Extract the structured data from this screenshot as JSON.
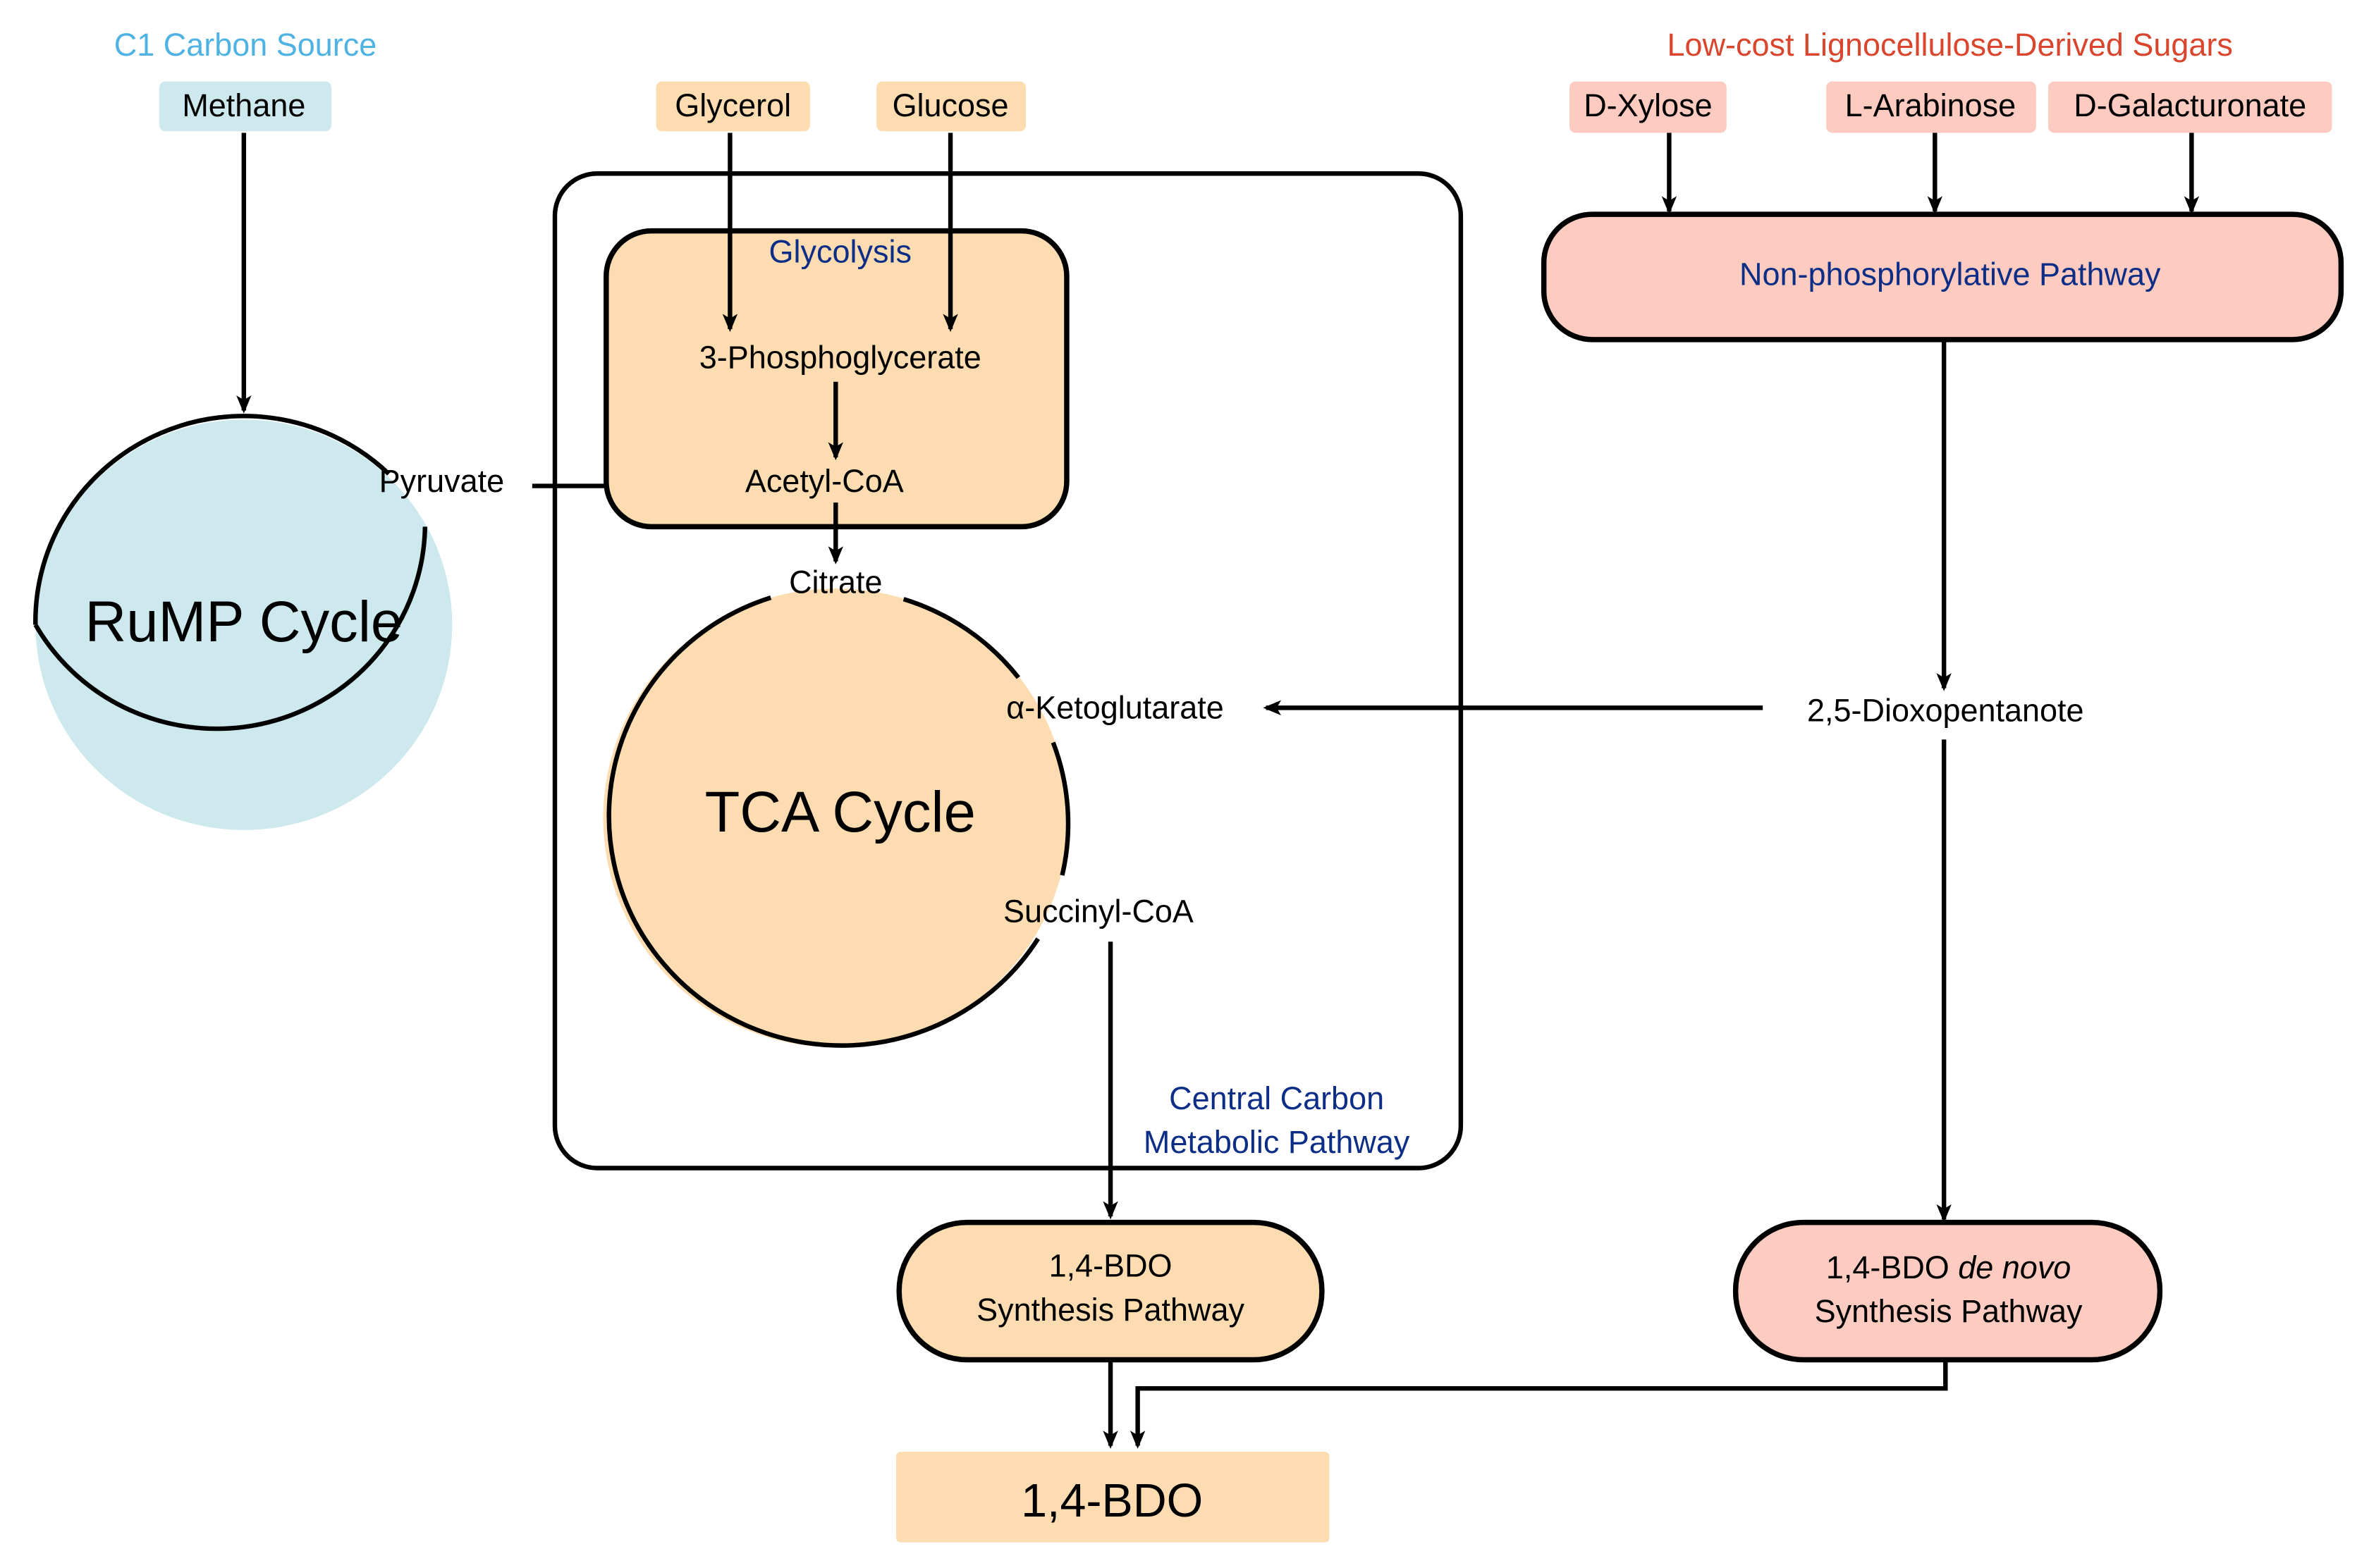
{
  "colors": {
    "c1_blue": "#4eb3e3",
    "c1_fill": "#cde9ee",
    "orange_fill": "#fcdcb0",
    "pink_fill": "#fdcbbf",
    "red_title": "#d9452d",
    "navy_text": "#0c2e86",
    "line": "#000000"
  },
  "sources": {
    "c1": {
      "title": "C1 Carbon Source",
      "items": [
        "Methane"
      ]
    },
    "central": {
      "items": [
        "Glycerol",
        "Glucose"
      ]
    },
    "ligno": {
      "title": "Low-cost Lignocellulose-Derived Sugars",
      "items": [
        "D-Xylose",
        "L-Arabinose",
        "D-Galacturonate"
      ]
    }
  },
  "rump": {
    "label": "RuMP Cycle",
    "output": "Pyruvate"
  },
  "central_pathway": {
    "title_line1": "Central Carbon",
    "title_line2": "Metabolic Pathway",
    "glycolysis": {
      "title": "Glycolysis",
      "metabolites": [
        "3-Phosphoglycerate",
        "Acetyl-CoA"
      ]
    },
    "tca": {
      "label": "TCA Cycle",
      "metabolites": {
        "citrate": "Citrate",
        "akg": "α-Ketoglutarate",
        "succinyl": "Succinyl-CoA"
      }
    }
  },
  "nonphos": {
    "label": "Non-phosphorylative Pathway",
    "intermediate": "2,5-Dioxopentanote"
  },
  "synthesis": {
    "left_line1": "1,4-BDO",
    "left_line2": "Synthesis Pathway",
    "right_line1_prefix": "1,4-BDO ",
    "right_line1_italic": "de novo",
    "right_line2": "Synthesis Pathway"
  },
  "product": {
    "label": "1,4-BDO"
  }
}
